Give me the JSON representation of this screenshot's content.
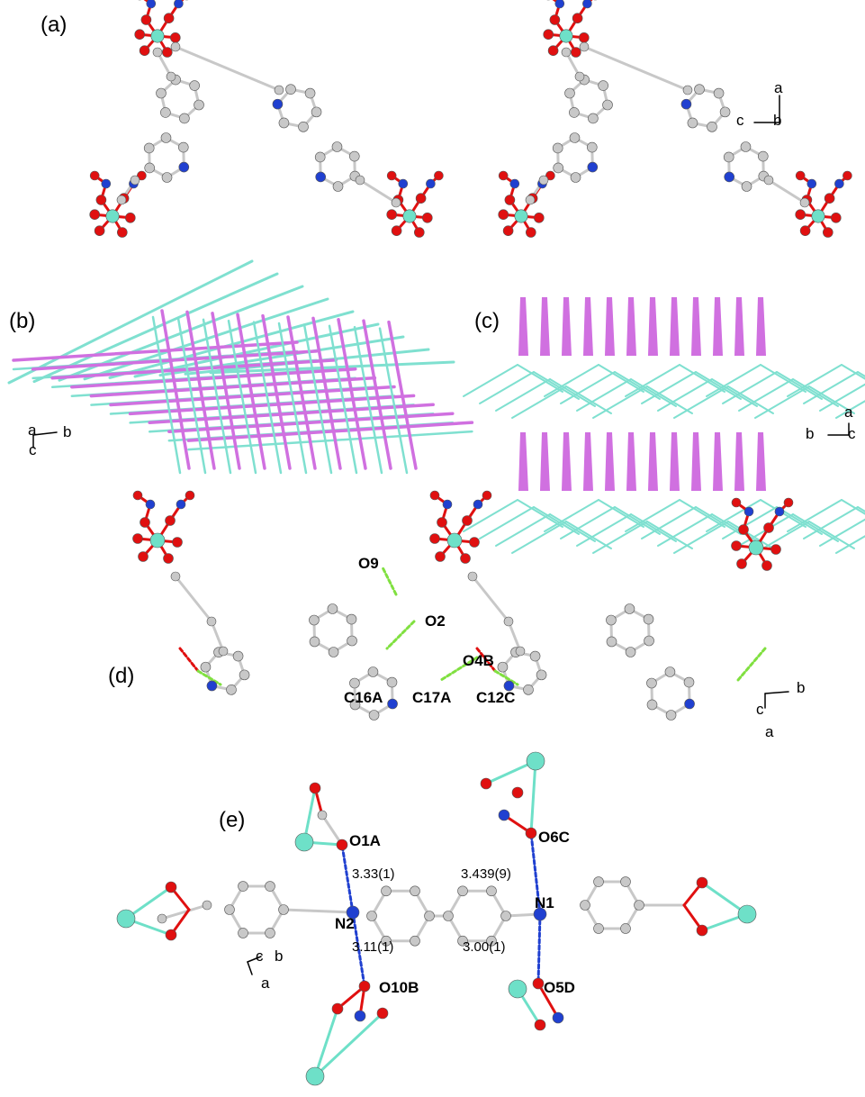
{
  "panels": {
    "a": {
      "label": "(a)",
      "axes": {
        "a": "a",
        "b": "b",
        "c": "c"
      }
    },
    "b": {
      "label": "(b)",
      "axes": {
        "a": "a",
        "b": "b",
        "c": "c"
      }
    },
    "c": {
      "label": "(c)",
      "axes": {
        "a": "a",
        "b": "b",
        "c": "c"
      }
    },
    "d": {
      "label": "(d)",
      "axes": {
        "a": "a",
        "b": "b",
        "c": "c"
      },
      "atoms": {
        "o9": "O9",
        "o2": "O2",
        "o4b": "O4B",
        "c16a": "C16A",
        "c17a": "C17A",
        "c12c": "C12C"
      }
    },
    "e": {
      "label": "(e)",
      "axes": {
        "a": "a",
        "b": "b",
        "c": "c"
      },
      "atoms": {
        "o1a": "O1A",
        "o6c": "O6C",
        "n1": "N1",
        "n2": "N2",
        "o10b": "O10B",
        "o5d": "O5D"
      },
      "distances": {
        "n2_o1a": "3.33(1)",
        "n1_o6c": "3.439(9)",
        "n2_o10b": "3.11(1)",
        "n1_o5d": "3.00(1)"
      }
    }
  },
  "colors": {
    "carbon": "#c8c8c8",
    "oxygen": "#e01010",
    "nitrogen": "#2040d0",
    "metal": "#6ee0c8",
    "net1": "#d070e0",
    "net2": "#7fe0d0",
    "hbond": "#80e040"
  }
}
